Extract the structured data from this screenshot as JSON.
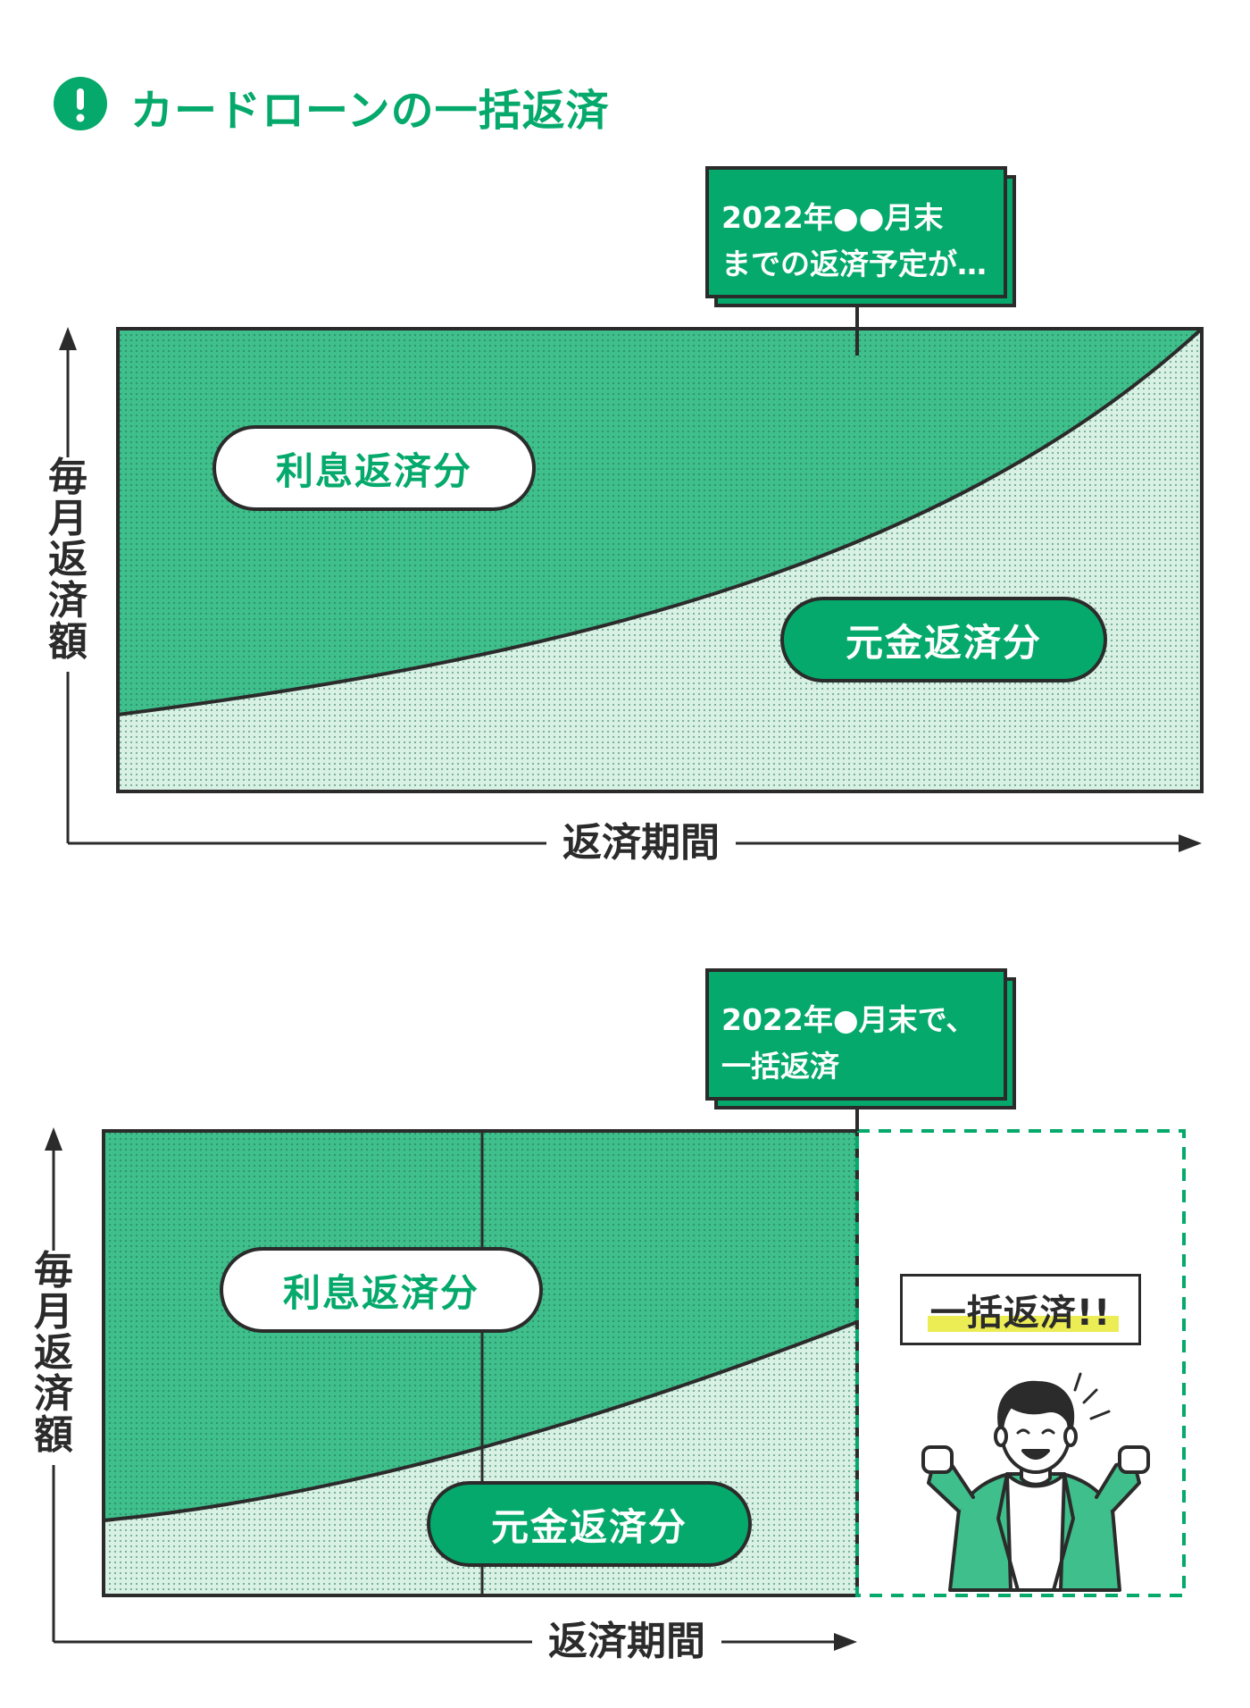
{
  "header": {
    "icon": "exclamation-icon",
    "title": "カードローンの一括返済"
  },
  "colors": {
    "accent": "#04a96b",
    "interest_area": "#3fbf8b",
    "principal_area": "#d8f1e4",
    "dot": "#2b2b2b",
    "outline": "#2b2b2b",
    "highlight": "#ecec55"
  },
  "chart_top": {
    "callout_lines": [
      "2022年●●月末",
      "までの返済予定が…"
    ],
    "interest_label": "利息返済分",
    "principal_label": "元金返済分",
    "y_axis_label": "毎月返済額",
    "x_axis_label": "返済期間"
  },
  "chart_bottom": {
    "callout_lines": [
      "2022年●月末で、",
      "一括返済"
    ],
    "interest_label": "利息返済分",
    "principal_label": "元金返済分",
    "y_axis_label": "毎月返済額",
    "x_axis_label": "返済期間",
    "lump_sum_label": "一括返済!!"
  },
  "chart_data": [
    {
      "type": "area",
      "series": [
        {
          "name": "利息返済分"
        },
        {
          "name": "元金返済分"
        }
      ],
      "xlabel": "返済期間",
      "ylabel": "毎月返済額",
      "annotation": "2022年●●月末 までの返済予定が…",
      "grid": false
    },
    {
      "type": "area",
      "series": [
        {
          "name": "利息返済分"
        },
        {
          "name": "元金返済分"
        }
      ],
      "xlabel": "返済期間",
      "ylabel": "毎月返済額",
      "annotation": "2022年●月末で、一括返済",
      "grid": false
    }
  ]
}
